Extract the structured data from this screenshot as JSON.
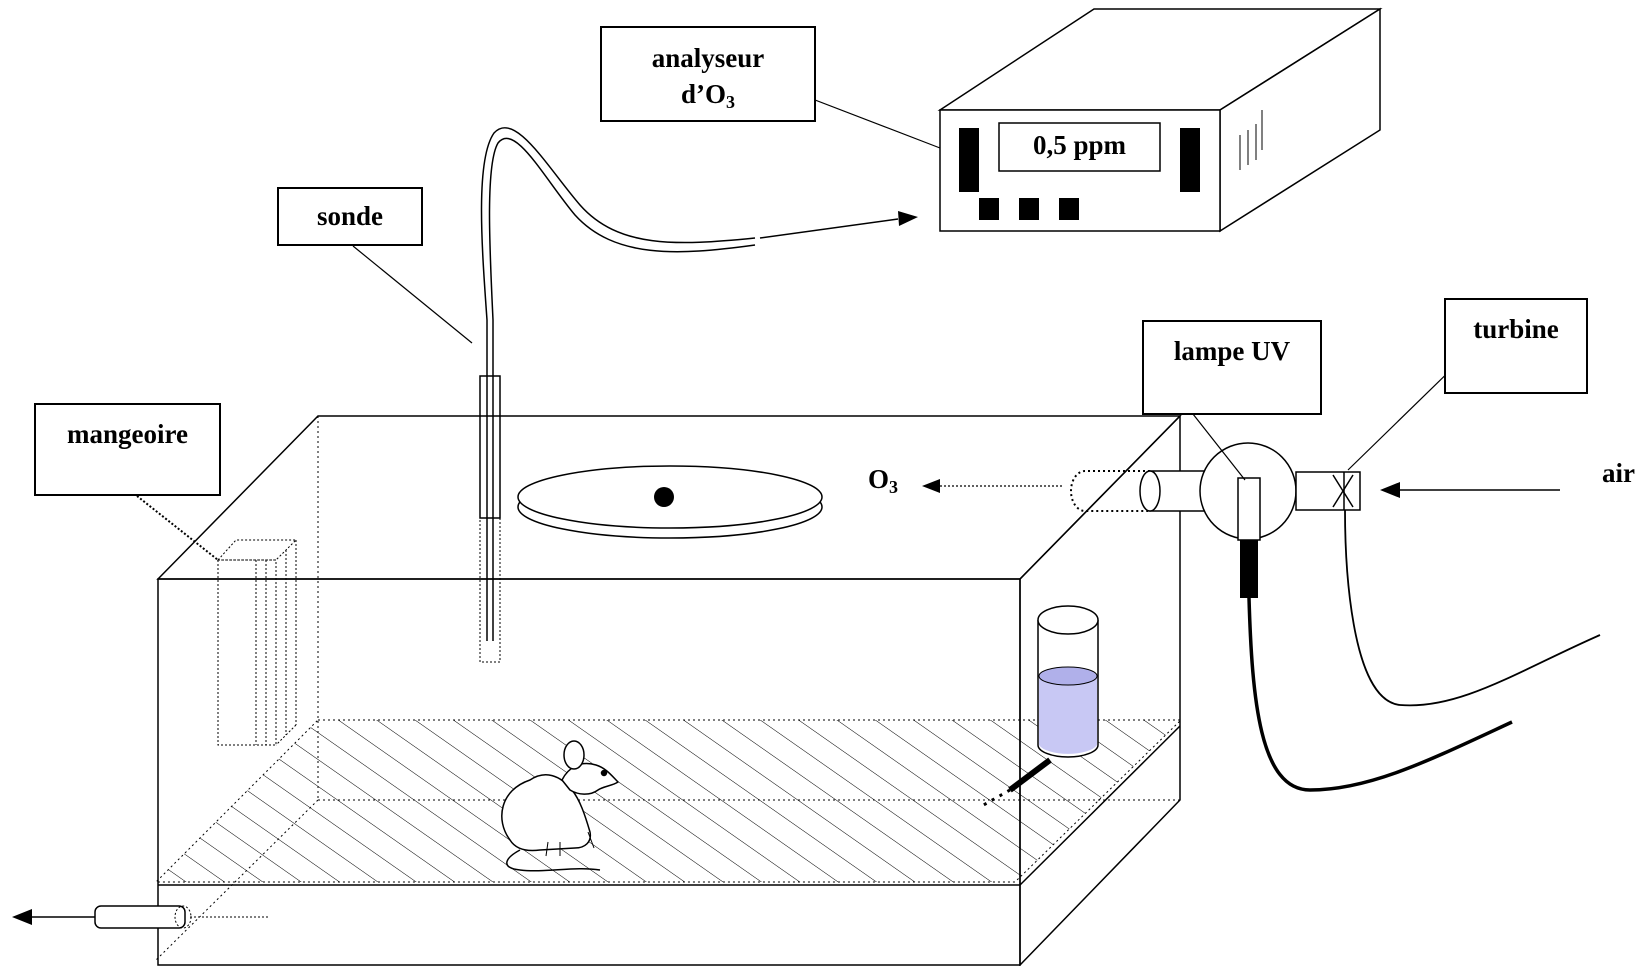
{
  "labels": {
    "analyzer_line1": "analyseur",
    "analyzer_line2_pre": "d’O",
    "analyzer_line2_sub": "3",
    "display": "0,5 ppm",
    "probe": "sonde",
    "feeder": "mangeoire",
    "uv_lamp": "lampe UV",
    "turbine": "turbine",
    "air": "air",
    "ozone_pre": "O",
    "ozone_sub": "3"
  },
  "colors": {
    "line": "#000000",
    "water": "#c8c8f4",
    "background": "#ffffff"
  }
}
